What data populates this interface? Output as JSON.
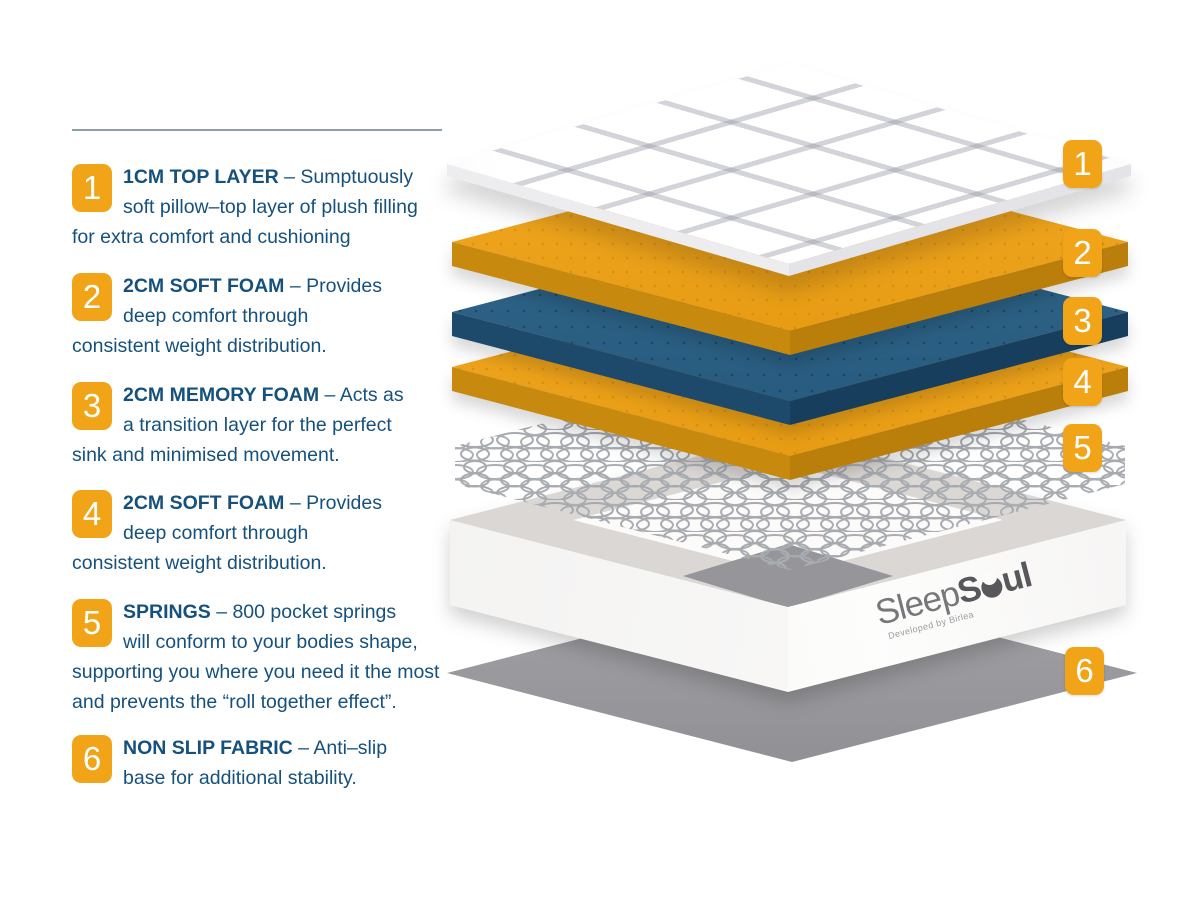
{
  "page": {
    "background": "#FFFFFF"
  },
  "colors": {
    "accent_orange": "#F2A418",
    "text_navy": "#15517C",
    "foam_orange": "#EEA31D",
    "foam_blue": "#2D6286",
    "fabric_gray": "#9B9B9F",
    "logo_gray": "#77777B",
    "spring_gray": "#A6AAAF"
  },
  "legend": {
    "items": [
      {
        "num": "1",
        "title": "1CM TOP LAYER",
        "desc": " – Sumptuously\nsoft pillow–top layer of plush filling\nfor extra comfort and cushioning"
      },
      {
        "num": "2",
        "title": "2CM SOFT FOAM",
        "desc": " – Provides\ndeep comfort through\nconsistent weight distribution."
      },
      {
        "num": "3",
        "title": "2CM MEMORY FOAM",
        "desc": " – Acts as\na transition layer for the perfect\nsink and minimised movement."
      },
      {
        "num": "4",
        "title": "2CM SOFT FOAM",
        "desc": " – Provides\ndeep comfort through\nconsistent weight distribution."
      },
      {
        "num": "5",
        "title": "SPRINGS",
        "desc": " – 800 pocket springs\nwill conform to your bodies shape,\nsupporting you where you need it the most\nand prevents the “roll together effect”."
      },
      {
        "num": "6",
        "title": "NON SLIP FABRIC",
        "desc": " – Anti–slip\nbase for additional stability."
      }
    ]
  },
  "diagram": {
    "badges": [
      "1",
      "2",
      "3",
      "4",
      "5",
      "6"
    ],
    "logo": {
      "sleep": "Sleep",
      "soul_pre": "S",
      "soul_post": "ul",
      "tagline": "Developed by Birlea"
    }
  }
}
